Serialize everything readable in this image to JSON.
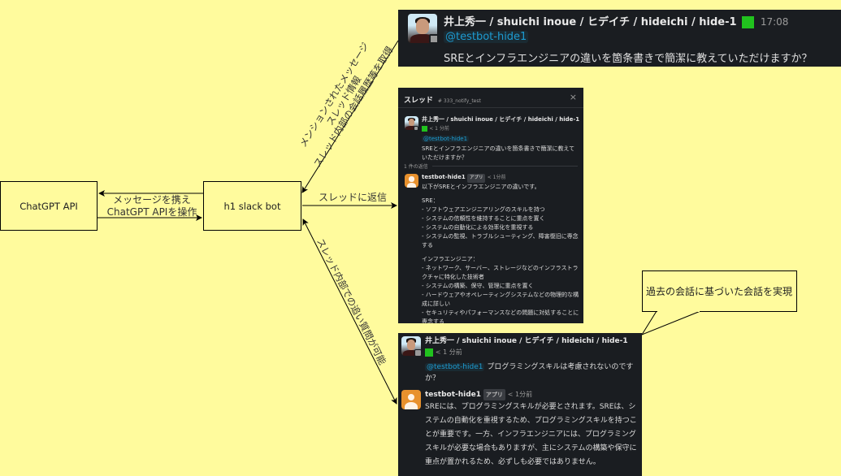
{
  "diagram": {
    "nodes": {
      "chatgpt_api": "ChatGPT API",
      "slack_bot": "h1 slack bot"
    },
    "edges": {
      "bot_chatgpt_line1": "メッセージを携え",
      "bot_chatgpt_line2": "ChatGPT APIを操作",
      "mention_line1": "メンションされたメッセージ",
      "mention_line2": "スレッド情報",
      "mention_line3": "スレッド内部の会話履歴等を取得",
      "reply_in_thread": "スレッドに返信",
      "followup": "スレッド内部での追い質問が可能"
    },
    "callout": "過去の会話に基づいた会話を実現"
  },
  "top_message": {
    "user_name": "井上秀一 / shuichi inoue / ヒデイチ / hideichi / hide-1",
    "status_color": "#21c21e",
    "time": "17:08",
    "mention": "@testbot-hide1",
    "text": "SREとインフラエンジニアの違いを箇条書きで簡潔に教えていただけますか？"
  },
  "thread_panel": {
    "title": "スレッド",
    "channel": "# 333_notify_test",
    "close_icon": "×",
    "parent": {
      "user_name": "井上秀一 / shuichi inoue / ヒデイチ / hideichi / hide-1",
      "time": "< 1 分前",
      "mention": "@testbot-hide1",
      "text": "SREとインフラエンジニアの違いを箇条書きで簡潔に教えていただけますか？"
    },
    "reply_count": "1 件の返信",
    "reply": {
      "bot_name": "testbot-hide1",
      "badge": "アプリ",
      "time": "< 1分前",
      "intro": "以下がSREとインフラエンジニアの違いです。",
      "sre_heading": "SRE：",
      "sre_items": [
        "- ソフトウェアエンジニアリングのスキルを持つ",
        "- システムの信頼性を維持することに重点を置く",
        "- システムの自動化による効率化を重視する",
        "- システムの監視、トラブルシューティング、障害復旧に専念する"
      ],
      "infra_heading": "インフラエンジニア：",
      "infra_items": [
        "- ネットワーク、サーバー、ストレージなどのインフラストラクチャに特化した技術者",
        "- システムの構築、保守、管理に重点を置く",
        "- ハードウェアやオペレーティングシステムなどの物理的な構成に詳しい",
        "- セキュリティやパフォーマンスなどの問題に対処することに専念する"
      ]
    }
  },
  "followup_panel": {
    "user_message": {
      "user_name": "井上秀一 / shuichi inoue / ヒデイチ / hideichi / hide-1",
      "time": "< 1 分前",
      "mention": "@testbot-hide1",
      "text": "プログラミングスキルは考慮されないのですか？"
    },
    "bot_reply": {
      "bot_name": "testbot-hide1",
      "badge": "アプリ",
      "time": "< 1分前",
      "text": "SREには、プログラミングスキルが必要とされます。SREは、システムの自動化を重視するため、プログラミングスキルを持つことが重要です。一方、インフラエンジニアには、プログラミングスキルが必要な場合もありますが、主にシステムの構築や保守に重点が置かれるため、必ずしも必要ではありません。"
    }
  }
}
